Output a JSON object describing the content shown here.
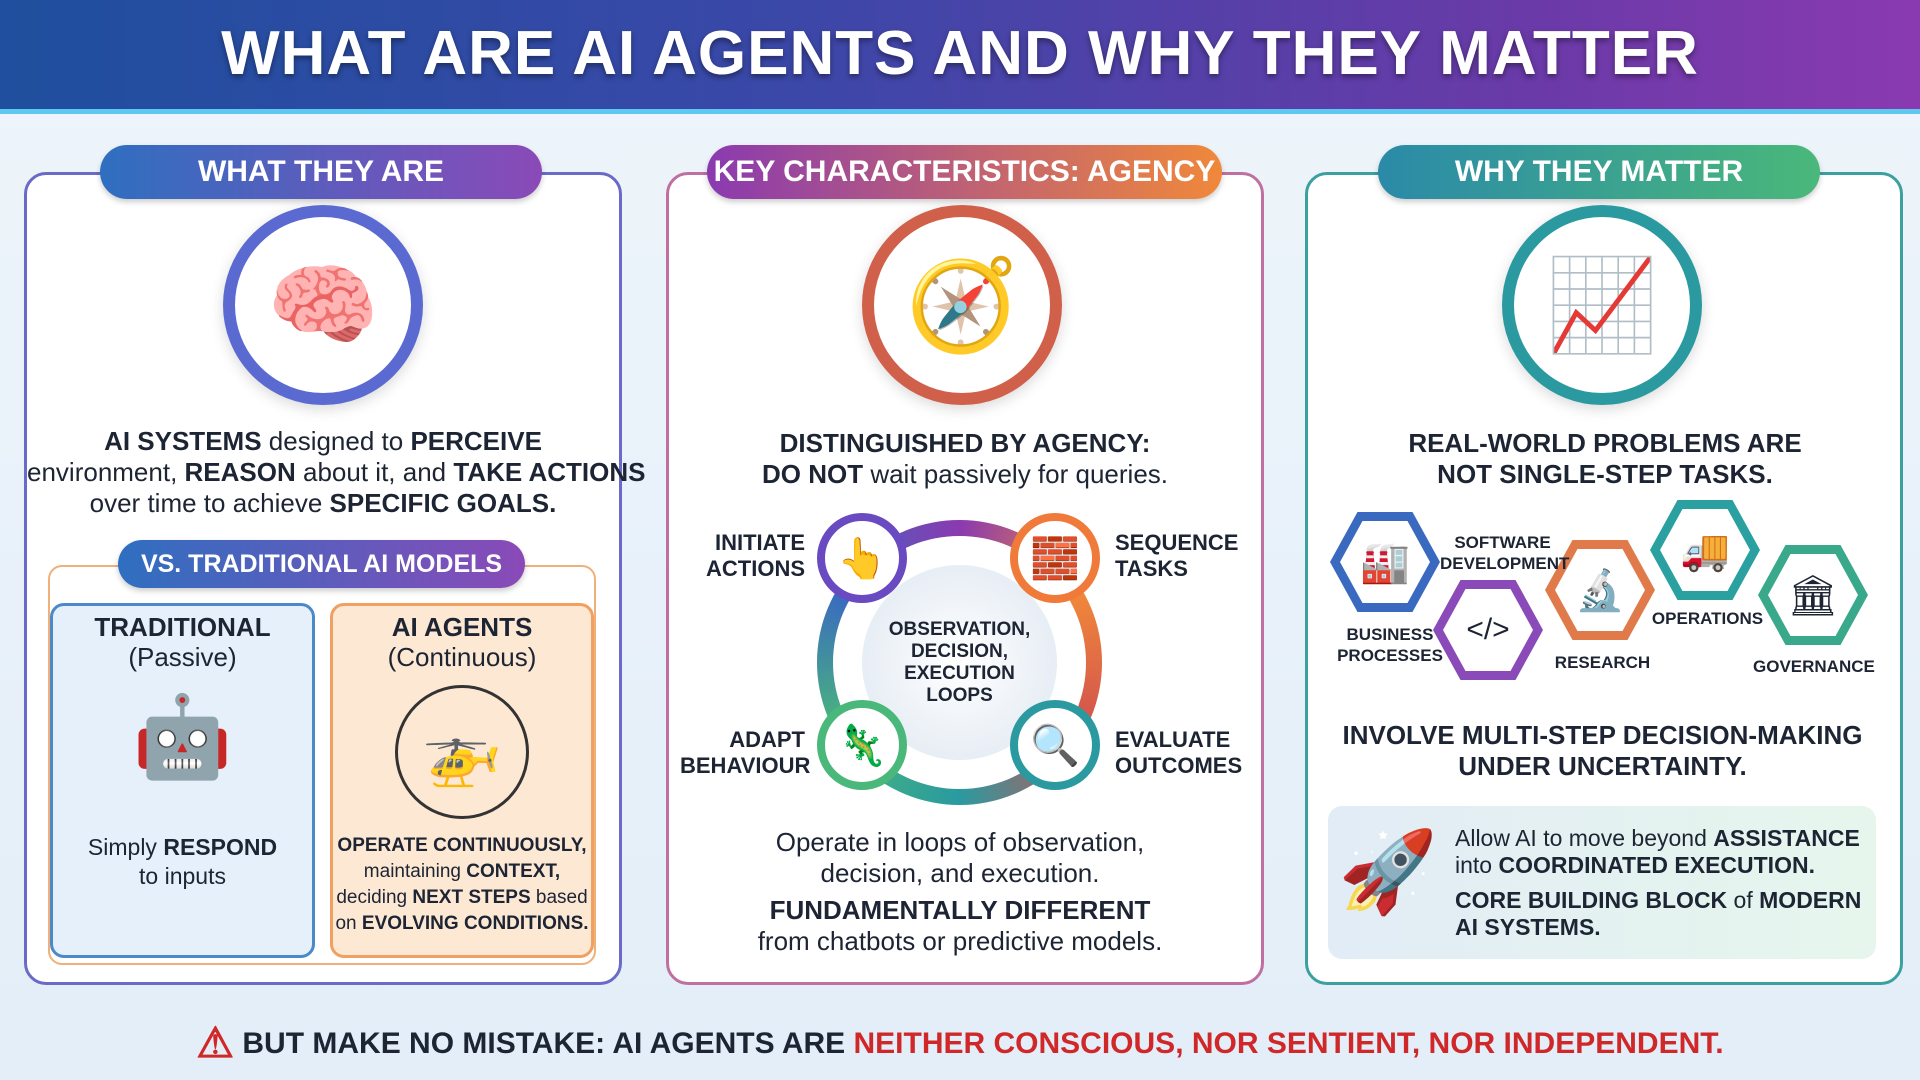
{
  "title": "WHAT ARE AI AGENTS AND WHY THEY MATTER",
  "col1": {
    "heading": "WHAT THEY ARE",
    "icon": "brain-camera-icon",
    "desc": {
      "b1": "AI SYSTEMS",
      "t1": " designed to ",
      "b2": "PERCEIVE",
      "t2": " environment, ",
      "b3": "REASON",
      "t3": " about it, and ",
      "b4": "TAKE ACTIONS",
      "t4": " over time to achieve ",
      "b5": "SPECIFIC GOALS."
    },
    "vs_heading": "VS. TRADITIONAL AI MODELS",
    "traditional": {
      "title": "TRADITIONAL",
      "sub": "(Passive)",
      "icon": "robot-icon",
      "t1": "Simply ",
      "b1": "RESPOND",
      "t2": "to inputs"
    },
    "agents": {
      "title": "AI AGENTS",
      "sub": "(Continuous)",
      "icon": "drone-icon",
      "b1": "OPERATE CONTINUOUSLY,",
      "t1": "maintaining ",
      "b2": "CONTEXT,",
      "t2": "deciding ",
      "b3": "NEXT STEPS",
      "t3": " based",
      "t4": "on ",
      "b4": "EVOLVING CONDITIONS."
    }
  },
  "col2": {
    "heading": "KEY CHARACTERISTICS: AGENCY",
    "icon": "person-compass-icon",
    "l1": "DISTINGUISHED BY AGENCY:",
    "b1": "DO NOT",
    "t1": " wait passively for queries.",
    "loop_center": "OBSERVATION, DECISION, EXECUTION LOOPS",
    "steps": [
      {
        "label": "INITIATE ACTIONS",
        "icon": "tap-icon"
      },
      {
        "label": "SEQUENCE TASKS",
        "icon": "blocks-icon"
      },
      {
        "label": "EVALUATE OUTCOMES",
        "icon": "magnifier-check-icon"
      },
      {
        "label": "ADAPT BEHAVIOUR",
        "icon": "chameleon-icon"
      }
    ],
    "p1": "Operate in loops of observation, decision, and execution.",
    "b2": "FUNDAMENTALLY DIFFERENT",
    "t2": " from chatbots or predictive models."
  },
  "col3": {
    "heading": "WHY THEY MATTER",
    "icon": "gear-growth-globe-icon",
    "l1": "REAL-WORLD PROBLEMS ARE NOT SINGLE-STEP TASKS.",
    "domains": [
      {
        "label": "BUSINESS PROCESSES",
        "icon": "factory-icon"
      },
      {
        "label": "SOFTWARE DEVELOPMENT",
        "icon": "code-window-icon"
      },
      {
        "label": "RESEARCH",
        "icon": "microscope-icon"
      },
      {
        "label": "OPERATIONS",
        "icon": "truck-icon"
      },
      {
        "label": "GOVERNANCE",
        "icon": "bank-icon"
      }
    ],
    "l2": "INVOLVE MULTI-STEP DECISION-MAKING UNDER UNCERTAINTY.",
    "box": {
      "icon": "rocket-icon",
      "t1": "Allow AI to move beyond ",
      "b1": "ASSISTANCE",
      "t2": "into ",
      "b2": "COORDINATED EXECUTION.",
      "b3": "CORE BUILDING BLOCK",
      "t3": " of ",
      "b4": "MODERN AI SYSTEMS."
    }
  },
  "warning": {
    "icon": "warning-icon",
    "t1": "BUT MAKE NO MISTAKE: AI AGENTS ARE ",
    "t2": "NEITHER CONSCIOUS, NOR SENTIENT, NOR INDEPENDENT."
  },
  "colors": {
    "blue": "#2f6fc0",
    "purple": "#8a3ab0",
    "orange": "#f0883a",
    "teal": "#2a9aa0",
    "green": "#4ab87a",
    "red": "#d02828"
  }
}
